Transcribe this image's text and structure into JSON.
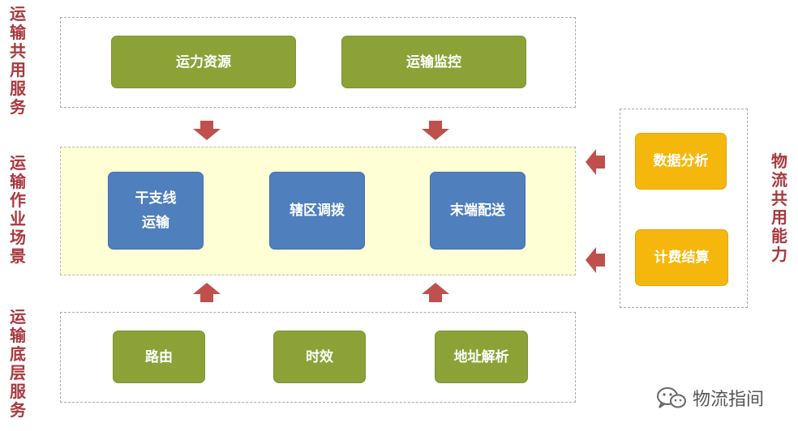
{
  "labels": {
    "shared_services": "运\n输\n共\n用\n服\n务",
    "operation_scenarios": "运\n输\n作\n业\n场\n景",
    "base_services": "运\n输\n底\n层\n服\n务",
    "logistics_capability": "物\n流\n共\n用\n能\n力"
  },
  "top_row": {
    "items": [
      "运力资源",
      "运输监控"
    ]
  },
  "middle_row": {
    "items": [
      "干支线\n运输",
      "辖区调拨",
      "末端配送"
    ]
  },
  "bottom_row": {
    "items": [
      "路由",
      "时效",
      "地址解析"
    ]
  },
  "right_column": {
    "items": [
      "数据分析",
      "计费结算"
    ]
  },
  "watermark": {
    "text": "物流指间",
    "icon": "wechat-icon"
  },
  "colors": {
    "green": "#8ca237",
    "blue": "#4f7fbd",
    "orange": "#f6b70c",
    "label_red": "#a8383e",
    "arrow_red": "#c0504d",
    "panel_yellow": "#ffffd6"
  }
}
